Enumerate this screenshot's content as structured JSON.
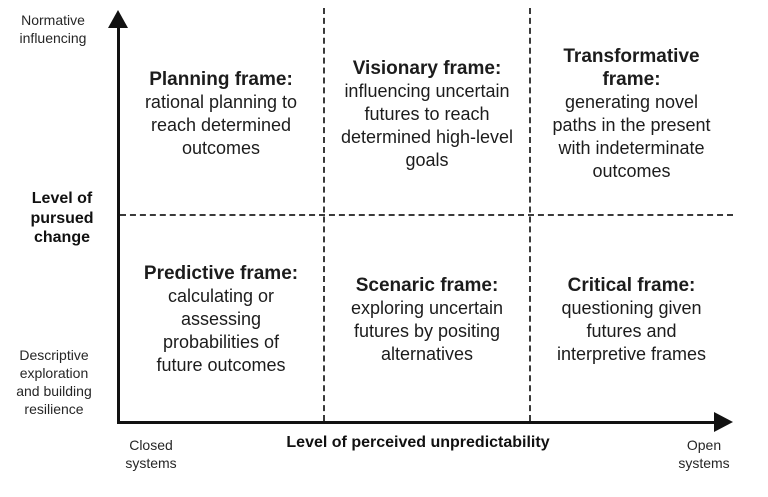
{
  "colors": {
    "ink": "#121212",
    "dashed_line": "#3a3a3a",
    "background": "#ffffff"
  },
  "axes": {
    "y_title": "Level of\npursued\nchange",
    "y_top_label": "Normative\ninfluencing",
    "y_bottom_label": "Descriptive\nexploration\nand building\nresilience",
    "x_title": "Level of perceived unpredictability",
    "x_left_label": "Closed\nsystems",
    "x_right_label": "Open\nsystems"
  },
  "cells": [
    {
      "id": "planning",
      "title": "Planning frame:",
      "body": "rational planning to\nreach determined\noutcomes"
    },
    {
      "id": "visionary",
      "title": "Visionary frame:",
      "body": "influencing uncertain\nfutures to reach\ndetermined high-level\ngoals"
    },
    {
      "id": "transformative",
      "title": "Transformative\nframe:",
      "body": "generating novel\npaths in the present\nwith indeterminate\noutcomes"
    },
    {
      "id": "predictive",
      "title": "Predictive frame:",
      "body": "calculating or\nassessing\nprobabilities of\nfuture outcomes"
    },
    {
      "id": "scenaric",
      "title": "Scenaric frame:",
      "body": "exploring uncertain\nfutures by positing\nalternatives"
    },
    {
      "id": "critical",
      "title": "Critical frame:",
      "body": "questioning given\nfutures and\ninterpretive frames"
    }
  ]
}
